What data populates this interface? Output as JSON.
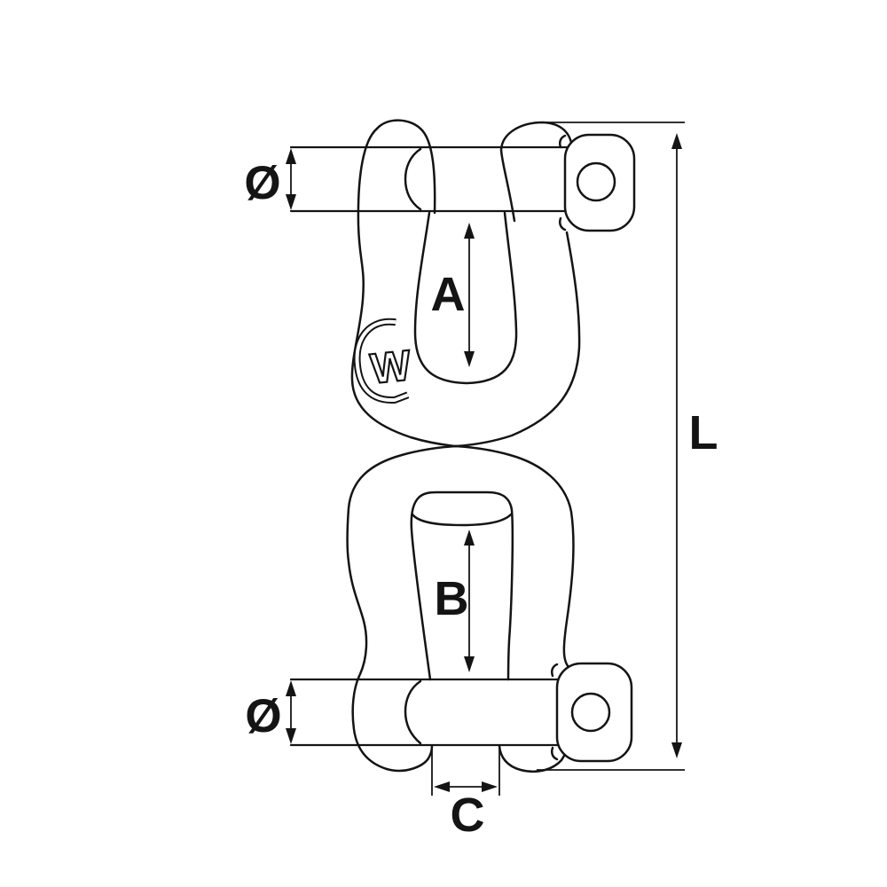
{
  "meta": {
    "type": "technical-line-drawing",
    "subject": "Jaw-jaw swivel shackle dimensional diagram"
  },
  "colors": {
    "line": "#141414",
    "background": "#ffffff"
  },
  "dimensions": {
    "top_pin_diameter": {
      "label": "Ø",
      "meaning": "top pin diameter"
    },
    "top_jaw_inner_length": {
      "label": "A",
      "meaning": "top jaw inner length"
    },
    "bottom_jaw_inner_length": {
      "label": "B",
      "meaning": "bottom jaw inner length"
    },
    "bottom_pin_diameter": {
      "label": "Ø",
      "meaning": "bottom pin diameter"
    },
    "jaw_opening_width": {
      "label": "C",
      "meaning": "jaw opening width"
    },
    "overall_length": {
      "label": "L",
      "meaning": "overall length"
    }
  },
  "logo": {
    "text": "W"
  }
}
